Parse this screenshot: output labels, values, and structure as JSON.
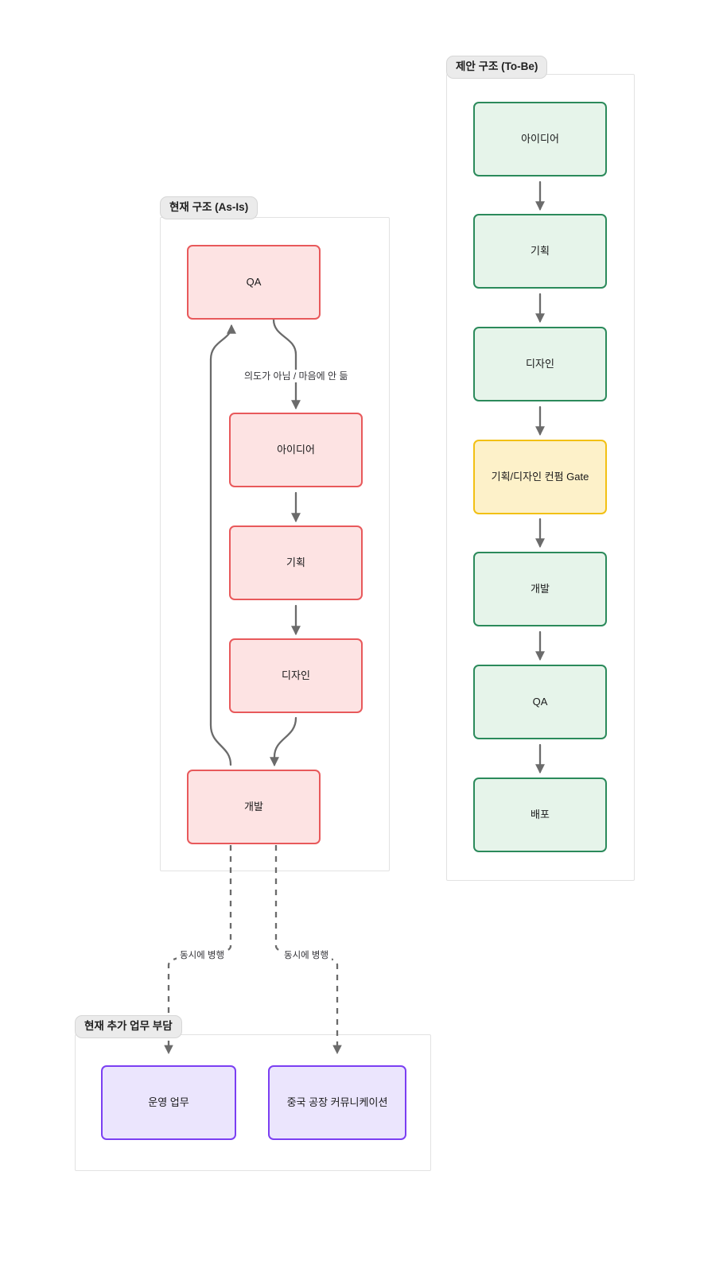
{
  "diagram": {
    "title_hidden": true,
    "background": "#ffffff",
    "palette": {
      "red_border": "#e8595b",
      "red_fill": "#fde3e3",
      "green_border": "#2b8a5b",
      "green_fill": "#e6f4ea",
      "yellow_border": "#f2c014",
      "yellow_fill": "#fdf1c9",
      "purple_border": "#7b3ff2",
      "purple_fill": "#ebe5fd",
      "edge_color": "#6b6b6b",
      "container_border": "#e2e2e2",
      "label_chip_fill": "#ebebeb"
    }
  },
  "subgraphs": {
    "as_is": {
      "label": "현재 구조 (As-Is)"
    },
    "to_be": {
      "label": "제안 구조 (To-Be)"
    },
    "burden": {
      "label": "현재 추가 업무 부담"
    }
  },
  "nodes": {
    "as_is": [
      {
        "id": "asis-qa",
        "label": "QA"
      },
      {
        "id": "asis-idea",
        "label": "아이디어"
      },
      {
        "id": "asis-plan",
        "label": "기획"
      },
      {
        "id": "asis-design",
        "label": "디자인"
      },
      {
        "id": "asis-dev",
        "label": "개발"
      }
    ],
    "to_be": [
      {
        "id": "tobe-idea",
        "label": "아이디어"
      },
      {
        "id": "tobe-plan",
        "label": "기획"
      },
      {
        "id": "tobe-design",
        "label": "디자인"
      },
      {
        "id": "tobe-gate",
        "label": "기획/디자인 컨펌 Gate"
      },
      {
        "id": "tobe-dev",
        "label": "개발"
      },
      {
        "id": "tobe-qa",
        "label": "QA"
      },
      {
        "id": "tobe-deploy",
        "label": "배포"
      }
    ],
    "burden": [
      {
        "id": "burden-ops",
        "label": "운영 업무"
      },
      {
        "id": "burden-china",
        "label": "중국 공장 커뮤니케이션"
      }
    ]
  },
  "edge_labels": {
    "rework": "의도가 아님 / 마음에 안 듦",
    "parallel_left": "동시에 병행",
    "parallel_right": "동시에 병행"
  }
}
